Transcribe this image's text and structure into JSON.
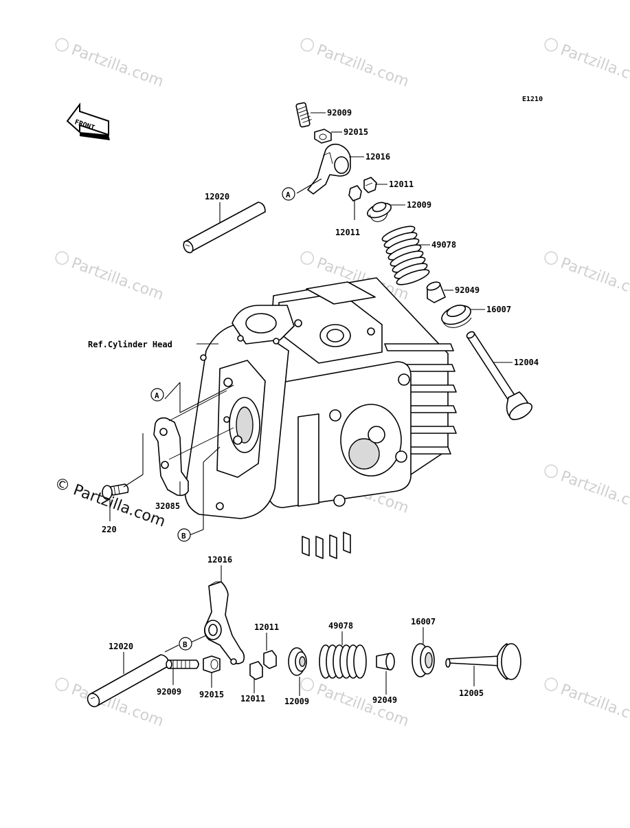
{
  "diagram": {
    "code": "E1210",
    "front_label": "FRONT",
    "ref_label": "Ref.Cylinder Head",
    "watermark": "Partzilla.com",
    "watermark_main": "© Partzilla.com",
    "markers": {
      "a": "A",
      "b": "B"
    },
    "top_parts": {
      "p92009": "92009",
      "p92015": "92015",
      "p12016": "12016",
      "p12011a": "12011",
      "p12011b": "12011",
      "p12009": "12009",
      "p49078": "49078",
      "p92049": "92049",
      "p16007": "16007",
      "p12004": "12004",
      "p12020": "12020"
    },
    "mid_parts": {
      "p32085": "32085",
      "p220": "220"
    },
    "bottom_parts": {
      "p12016": "12016",
      "p12020": "12020",
      "p92009": "92009",
      "p92015": "92015",
      "p12011a": "12011",
      "p12011b": "12011",
      "p12009": "12009",
      "p49078": "49078",
      "p92049": "92049",
      "p16007": "16007",
      "p12005": "12005"
    }
  }
}
